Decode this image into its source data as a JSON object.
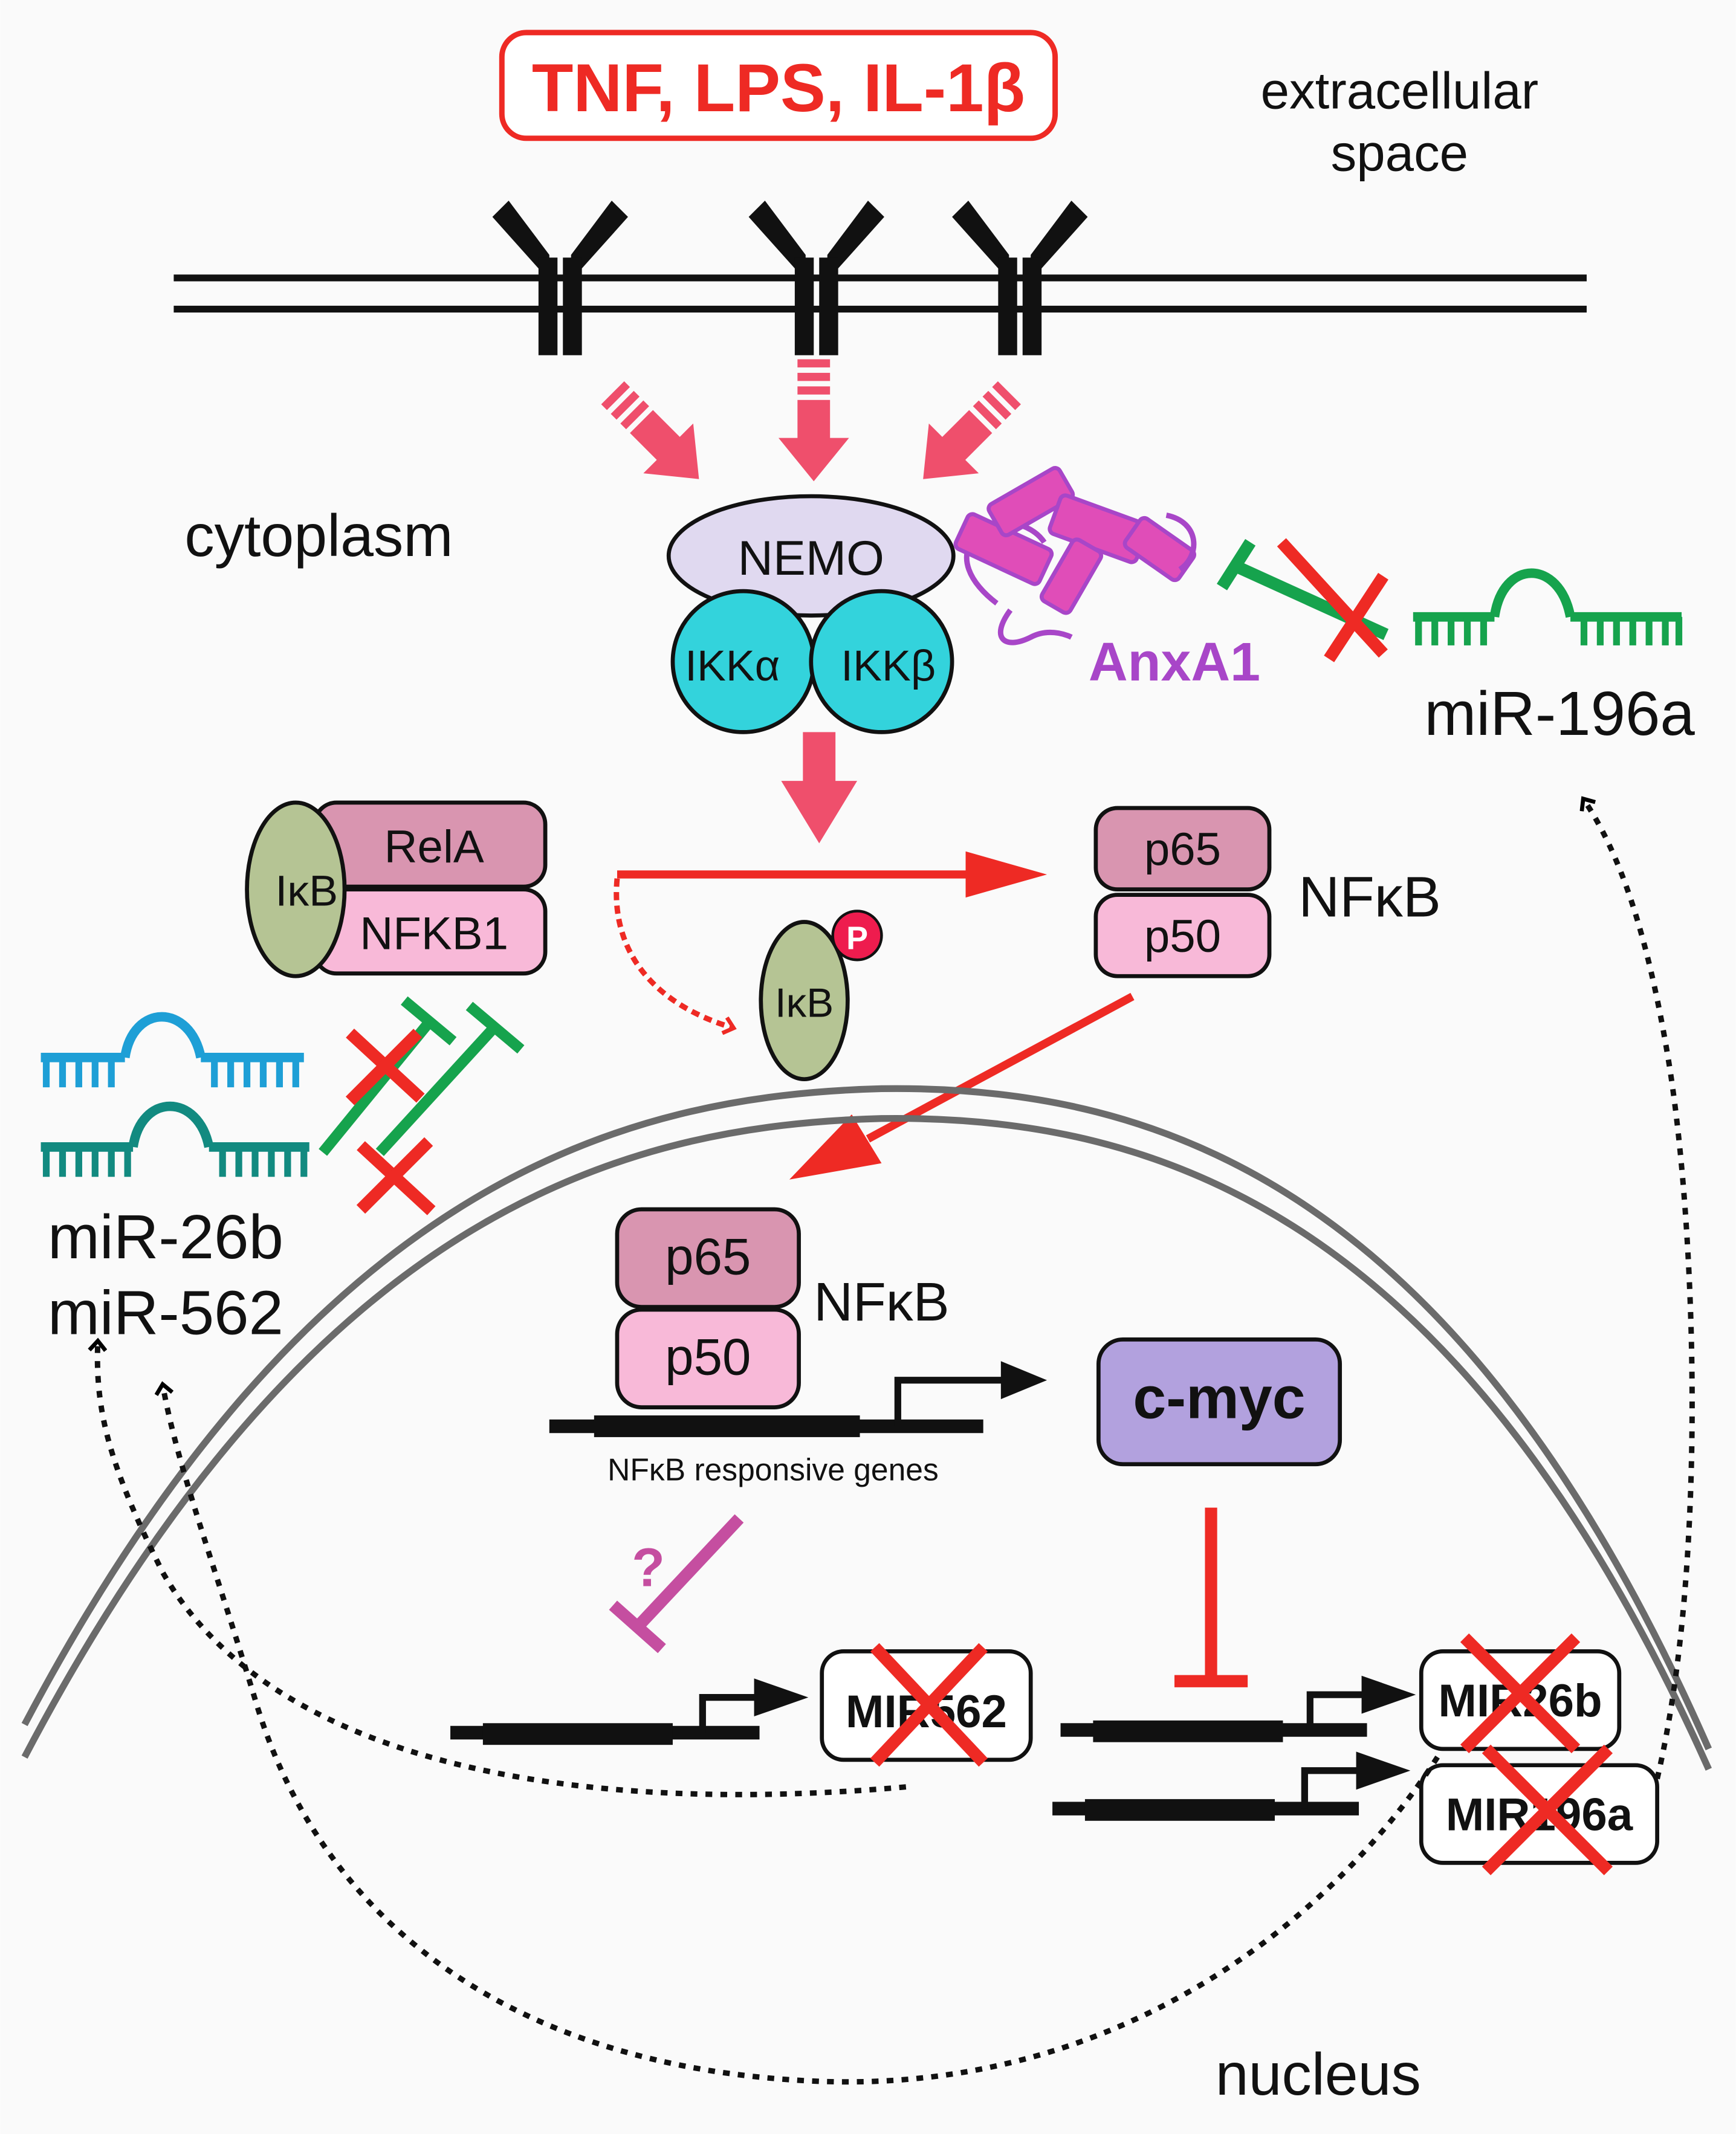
{
  "stimulus": {
    "label": "TNF, LPS, IL-1β"
  },
  "compartments": {
    "extracellular": [
      "extracellular",
      "space"
    ],
    "cytoplasm": "cytoplasm",
    "nucleus": "nucleus"
  },
  "complex": {
    "nemo": "NEMO",
    "ikk_alpha": "IKKα",
    "ikk_beta": "IKKβ"
  },
  "anxa1": {
    "label": "AnxA1"
  },
  "mirnas": {
    "mir196a": "miR-196a",
    "mir26b": "miR-26b",
    "mir562": "miR-562"
  },
  "inactive_complex": {
    "ikb": "IκB",
    "rela": "RelA",
    "nfkb1": "NFKB1"
  },
  "phospho": {
    "ikb": "IκB",
    "p_label": "P"
  },
  "nfkb_cyto": {
    "p65": "p65",
    "p50": "p50",
    "label": "NFκB"
  },
  "nfkb_nuc": {
    "p65": "p65",
    "p50": "p50",
    "label": "NFκB",
    "genes": "NFκB responsive genes"
  },
  "cmyc": {
    "label": "c-myc"
  },
  "question": "?",
  "genes": {
    "mir562": "MIR562",
    "mir26b": "MIR26b",
    "mir196a": "MIR196a"
  },
  "colors": {
    "stimulus_red": "#ee2a24",
    "arrow_pink": "#ef4f6c",
    "nemo_fill": "#e0d9f0",
    "ikk_fill": "#33d3dc",
    "anxa1_purple": "#a846c8",
    "anxa1_magenta": "#e04db8",
    "mirna_green": "#16a34d",
    "mirna_blue": "#1e9fd6",
    "mirna_teal": "#128a80",
    "ikb_fill": "#b5c494",
    "p65_fill": "#d995b0",
    "p50_fill": "#f8b9d8",
    "cmyc_fill": "#b2a1de",
    "question_purple": "#c54ea0",
    "membrane_gray": "#6b6b6b"
  }
}
